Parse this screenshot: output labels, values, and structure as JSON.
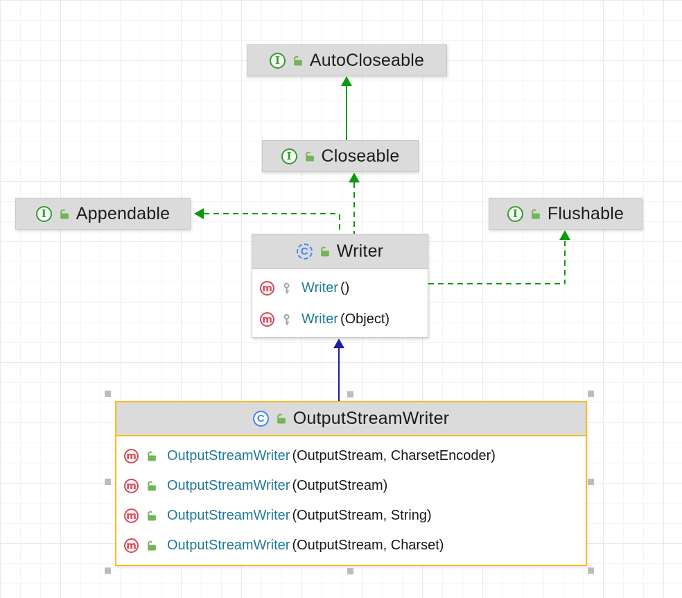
{
  "icons": {
    "interface_letter": "I",
    "class_letter": "C",
    "method_letter": "m"
  },
  "colors": {
    "node_header_gray": "#dbdbdb",
    "selection_gold": "#fbba1e",
    "arrow_green": "#089a08",
    "arrow_navy": "#1d1d9f",
    "interface_green": "#2f9e2f",
    "class_blue": "#4285f4",
    "method_red": "#d64a57",
    "method_name_teal": "#1e7a96",
    "lock_green": "#74b457",
    "key_gray": "#a0a0a0"
  },
  "nodes": {
    "autocloseable": {
      "title": "AutoCloseable",
      "stereotype": "interface",
      "visibility": "public"
    },
    "closeable": {
      "title": "Closeable",
      "stereotype": "interface",
      "visibility": "public"
    },
    "appendable": {
      "title": "Appendable",
      "stereotype": "interface",
      "visibility": "public"
    },
    "flushable": {
      "title": "Flushable",
      "stereotype": "interface",
      "visibility": "public"
    },
    "writer": {
      "title": "Writer",
      "stereotype": "abstract class",
      "visibility": "public",
      "methods": [
        {
          "name": "Writer",
          "params": "()",
          "visibility": "protected"
        },
        {
          "name": "Writer",
          "params": "(Object)",
          "visibility": "protected"
        }
      ]
    },
    "outputstreamwriter": {
      "title": "OutputStreamWriter",
      "stereotype": "class",
      "visibility": "public",
      "selected": true,
      "methods": [
        {
          "name": "OutputStreamWriter",
          "params": "(OutputStream, CharsetEncoder)",
          "visibility": "public"
        },
        {
          "name": "OutputStreamWriter",
          "params": "(OutputStream)",
          "visibility": "public"
        },
        {
          "name": "OutputStreamWriter",
          "params": "(OutputStream, String)",
          "visibility": "public"
        },
        {
          "name": "OutputStreamWriter",
          "params": "(OutputStream, Charset)",
          "visibility": "public"
        }
      ]
    }
  },
  "edges": [
    {
      "from": "Closeable",
      "to": "AutoCloseable",
      "type": "extends",
      "style": "solid-green-arrow"
    },
    {
      "from": "Writer",
      "to": "Closeable",
      "type": "implements",
      "style": "dashed-green-arrow"
    },
    {
      "from": "Writer",
      "to": "Appendable",
      "type": "implements",
      "style": "dashed-green-arrow"
    },
    {
      "from": "Writer",
      "to": "Flushable",
      "type": "implements",
      "style": "dashed-green-arrow"
    },
    {
      "from": "OutputStreamWriter",
      "to": "Writer",
      "type": "extends",
      "style": "solid-navy-arrow"
    }
  ]
}
